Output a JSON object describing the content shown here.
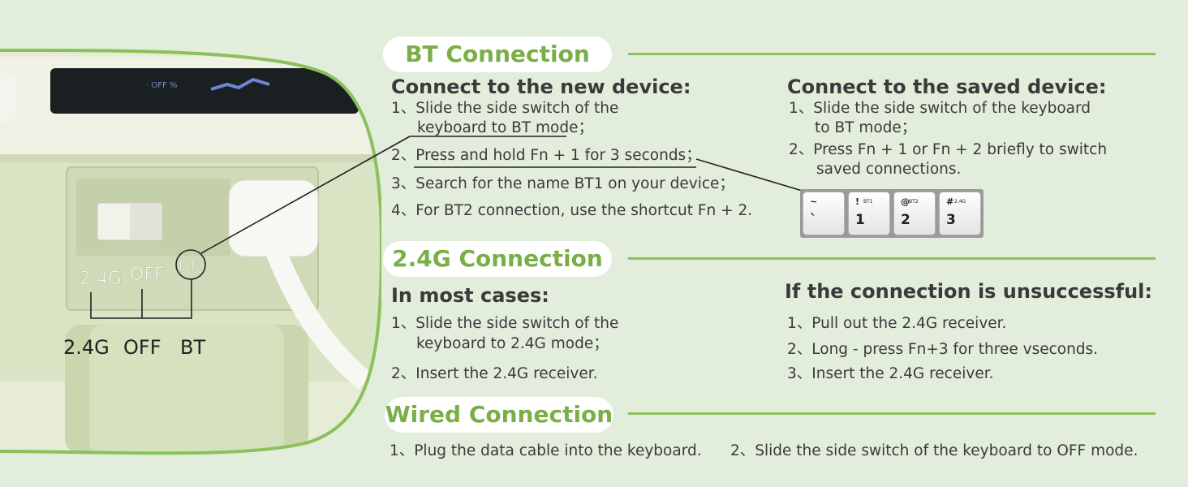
{
  "illustration": {
    "switch_labels": [
      "2.4G",
      "OFF",
      "BT"
    ],
    "mode_labels": [
      "2.4G",
      "OFF",
      "BT"
    ]
  },
  "bt": {
    "title": "BT Connection",
    "new_device": {
      "heading": "Connect to the new device:",
      "steps": [
        "1、Slide the side switch of the",
        "keyboard to BT mode；",
        "2、Press and hold Fn + 1 for 3 seconds；",
        "3、Search for the name BT1 on your device；",
        "4、For BT2 connection, use the shortcut Fn + 2."
      ]
    },
    "saved_device": {
      "heading": "Connect to the saved device:",
      "steps": [
        "1、Slide the side switch of the keyboard",
        "to BT mode；",
        "2、Press Fn + 1 or Fn + 2 briefly to switch",
        "saved connections."
      ]
    },
    "keys": [
      {
        "top": "~",
        "sub": "",
        "num": "`"
      },
      {
        "top": "!",
        "sub": "BT1",
        "num": "1"
      },
      {
        "top": "@",
        "sub": "BT2",
        "num": "2"
      },
      {
        "top": "#",
        "sub": "2.4G",
        "num": "3"
      }
    ]
  },
  "g24": {
    "title": "2.4G Connection",
    "most_cases": {
      "heading": "In most cases:",
      "steps": [
        "1、Slide the side switch of the",
        "keyboard to 2.4G mode；",
        "2、Insert the 2.4G receiver."
      ]
    },
    "unsuccessful": {
      "heading": "If the connection is unsuccessful:",
      "steps": [
        "1、Pull out the 2.4G receiver.",
        "2、Long - press Fn+3 for three vseconds.",
        "3、Insert the 2.4G receiver."
      ]
    }
  },
  "wired": {
    "title": "Wired Connection",
    "steps": [
      "1、Plug the data cable into the keyboard.",
      "2、Slide the side switch of the keyboard to OFF mode."
    ]
  },
  "colors": {
    "accent": "#7aae46",
    "rule": "#8bc05a",
    "background": "#e2eddc"
  }
}
